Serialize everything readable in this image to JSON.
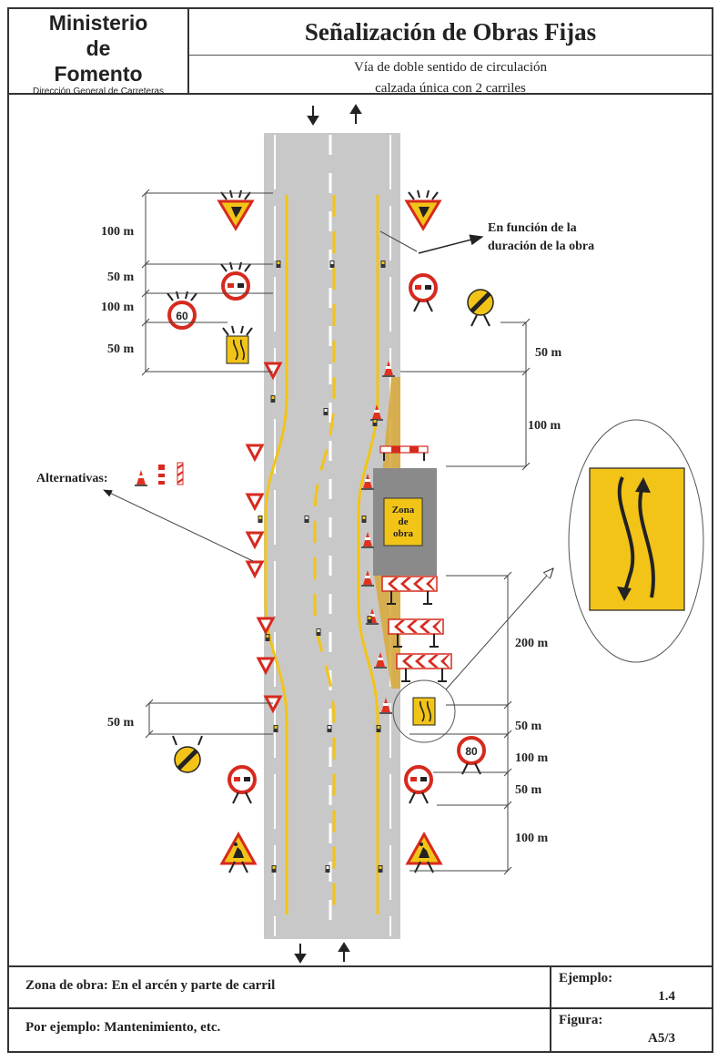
{
  "header": {
    "org_line1": "Ministerio",
    "org_line2": "de",
    "org_line3": "Fomento",
    "org_sub": "Dirección General de Carreteras",
    "title": "Señalización de Obras Fijas",
    "subtitle_line1": "Vía de doble sentido de circulación",
    "subtitle_line2": "calzada única con 2 carriles"
  },
  "diagram": {
    "dist_100_a": "100 m",
    "dist_50_a": "50 m",
    "dist_100_b": "100 m",
    "dist_50_b": "50 m",
    "dist_50_c": "50 m",
    "dist_100_c": "100 m",
    "dist_200": "200 m",
    "dist_50_d": "50 m",
    "dist_100_d": "100 m",
    "dist_50_e": "50 m",
    "dist_100_e": "100 m",
    "dist_50_f": "50 m",
    "note_line1": "En función de la",
    "note_line2": "duración de la obra",
    "alternatives_label": "Alternativas:",
    "zone_line1": "Zona",
    "zone_line2": "de",
    "zone_line3": "obra",
    "speed_60": "60",
    "speed_80": "80",
    "colors": {
      "road": "#c8c8c8",
      "sign_yellow": "#f2c418",
      "sign_red": "#d62a1e",
      "work_zone": "#8a8a8a",
      "shoulder": "#d9a93a"
    }
  },
  "footer": {
    "zone_text": "Zona de obra: En el arcén y parte de carril",
    "example_text": "Por ejemplo: Mantenimiento, etc.",
    "ejemplo_label": "Ejemplo:",
    "ejemplo_value": "1.4",
    "figura_label": "Figura:",
    "figura_value": "A5/3"
  }
}
